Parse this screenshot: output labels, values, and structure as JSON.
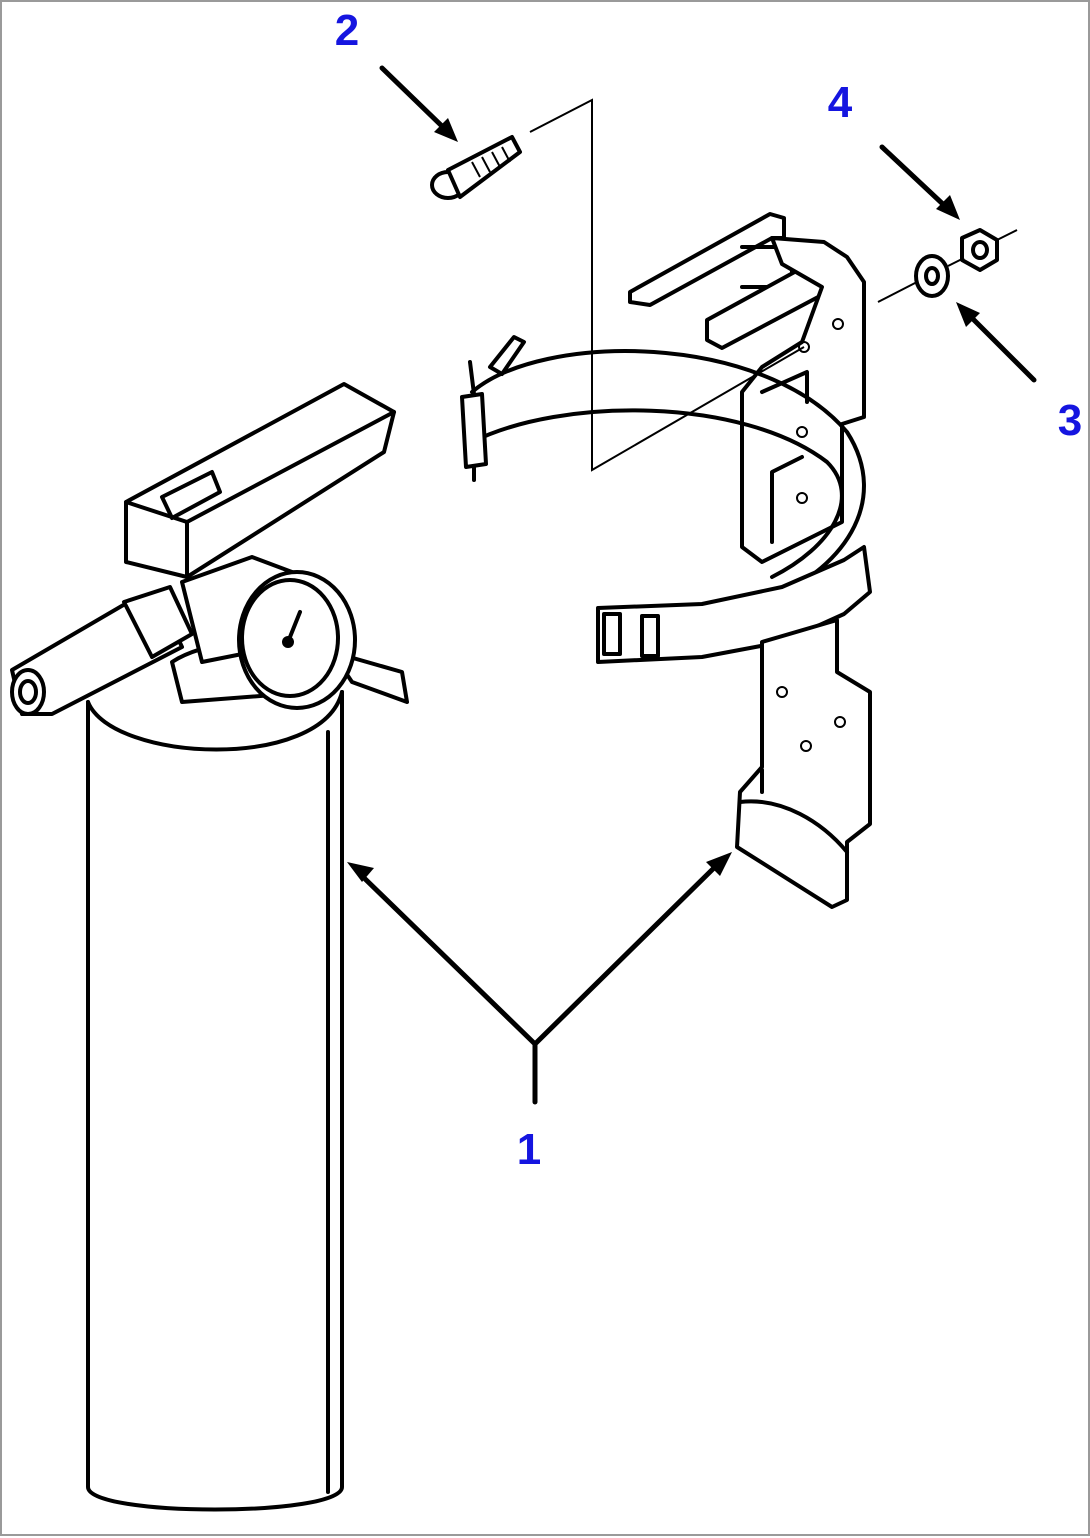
{
  "diagram": {
    "callouts": [
      {
        "id": "1",
        "label": "1"
      },
      {
        "id": "2",
        "label": "2"
      },
      {
        "id": "3",
        "label": "3"
      },
      {
        "id": "4",
        "label": "4"
      }
    ],
    "colors": {
      "callout": "#1515e0",
      "line": "#000000",
      "border": "#9a9a9a",
      "background": "#ffffff"
    }
  }
}
